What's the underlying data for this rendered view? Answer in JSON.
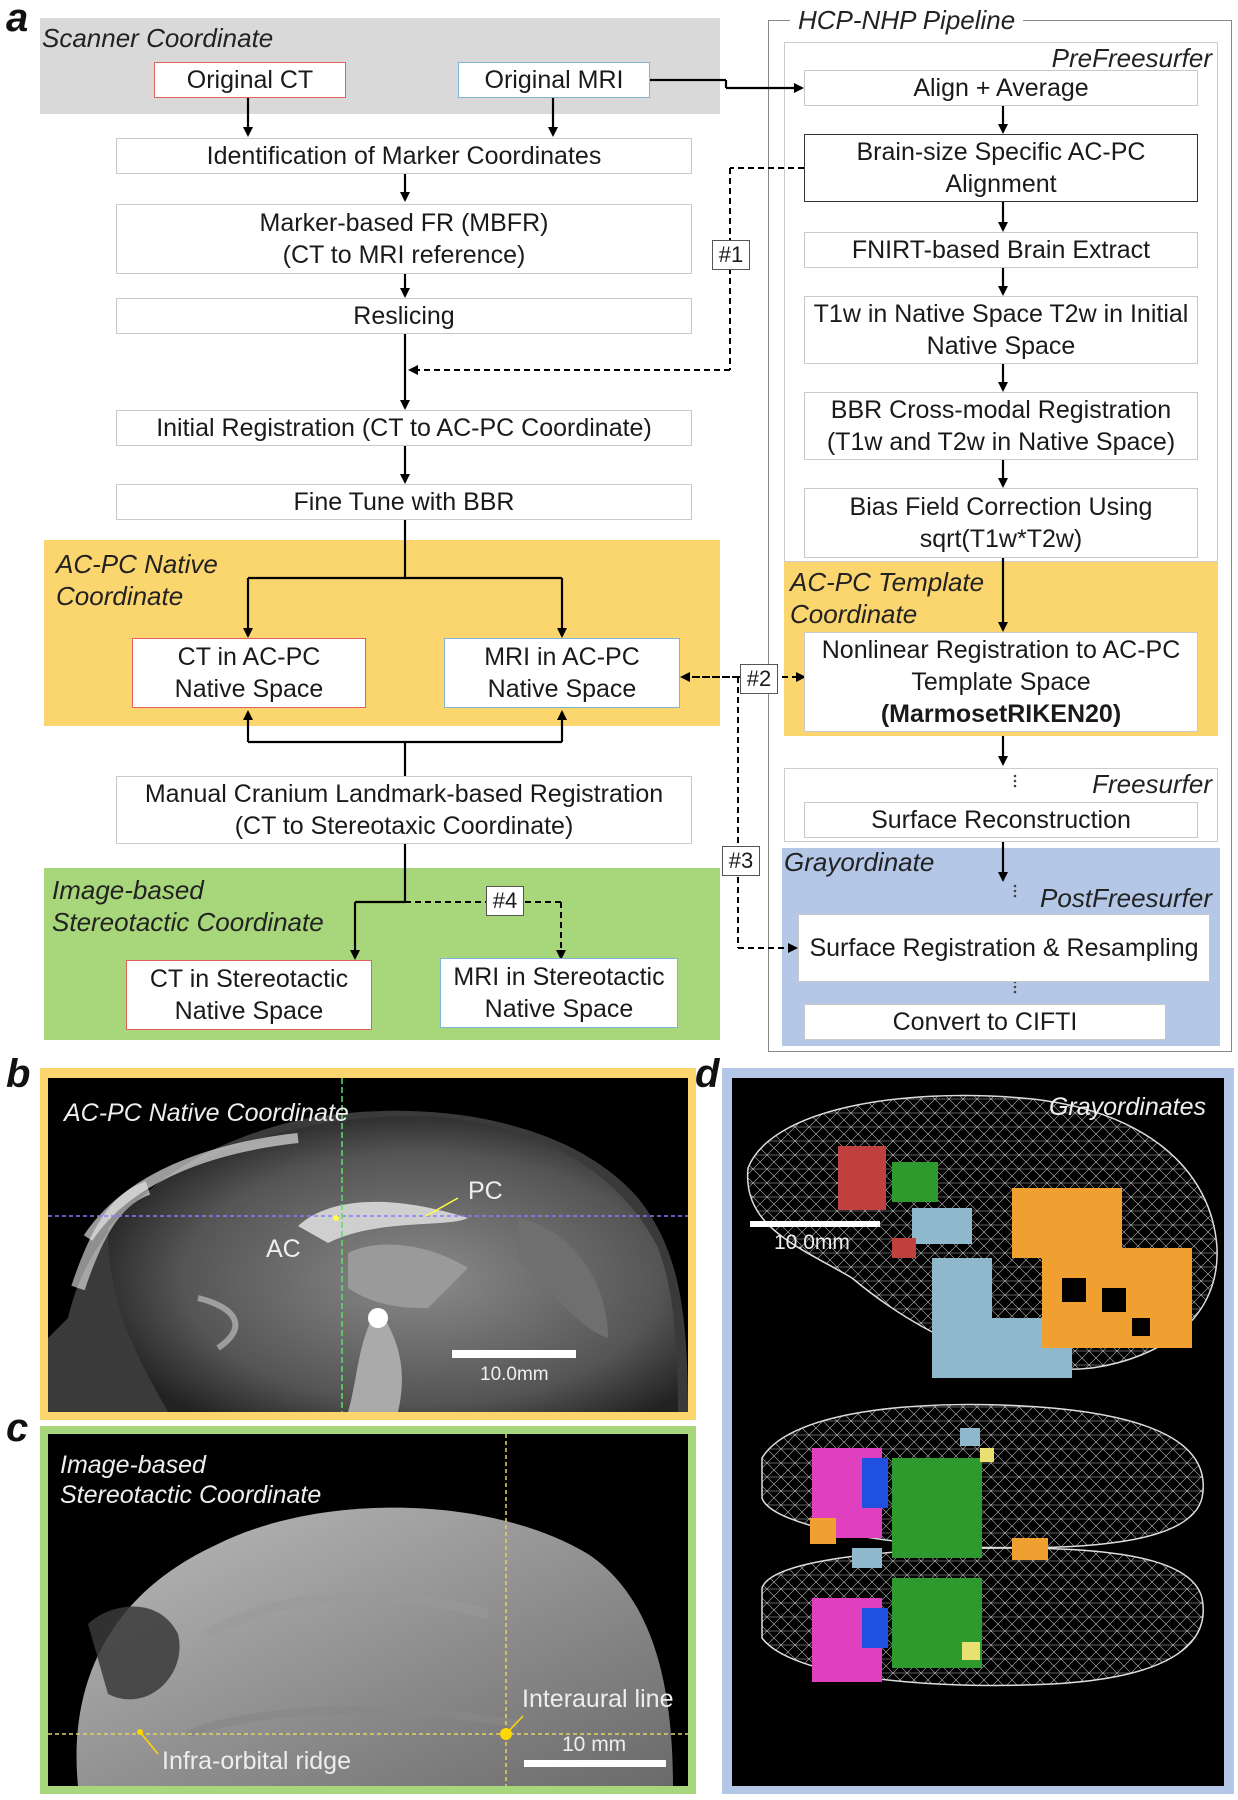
{
  "panels": {
    "a": "a",
    "b": "b",
    "c": "c",
    "d": "d"
  },
  "pipeline": {
    "title": "HCP-NHP Pipeline",
    "prefreesurfer": "PreFreesurfer",
    "freesurfer": "Freesurfer",
    "postfreesurfer": "PostFreesurfer",
    "grayordinate": "Grayordinate",
    "acpc_template": "AC-PC Template\nCoordinate",
    "steps": {
      "align": "Align + Average",
      "acpc_align": "Brain-size Specific AC-PC Alignment",
      "fnirt": "FNIRT-based Brain Extract",
      "t1w": "T1w in Native Space T2w in Initial Native Space",
      "bbr": "BBR Cross-modal Registration (T1w and T2w in Native Space)",
      "bias": "Bias Field Correction Using sqrt(T1w*T2w)",
      "nonlinear": "Nonlinear Registration to AC-PC Template Space",
      "nonlinear_bold": "(MarmosetRIKEN20)",
      "surface_recon": "Surface Reconstruction",
      "surface_reg": "Surface Registration & Resampling",
      "cifti": "Convert to CIFTI"
    }
  },
  "left": {
    "scanner": "Scanner Coordinate",
    "original_ct": "Original CT",
    "original_mri": "Original MRI",
    "marker_id": "Identification of Marker Coordinates",
    "mbfr": "Marker-based FR (MBFR)\n(CT to MRI reference)",
    "reslicing": "Reslicing",
    "initial_reg": "Initial Registration (CT to AC-PC Coordinate)",
    "fine_tune": "Fine Tune with BBR",
    "acpc_native": "AC-PC Native\nCoordinate",
    "ct_acpc": "CT in AC-PC\nNative Space",
    "mri_acpc": "MRI in AC-PC\nNative Space",
    "manual_reg": "Manual Cranium Landmark-based Registration\n(CT to Stereotaxic Coordinate)",
    "image_based": "Image-based\nStereotactic Coordinate",
    "ct_stereo": "CT in Stereotactic\nNative Space",
    "mri_stereo": "MRI in Stereotactic\nNative Space"
  },
  "links": {
    "l1": "#1",
    "l2": "#2",
    "l3": "#3",
    "l4": "#4"
  },
  "panel_b": {
    "title": "AC-PC Native Coordinate",
    "pc": "PC",
    "ac": "AC",
    "scale": "10.0mm"
  },
  "panel_c": {
    "title": "Image-based\nStereotactic Coordinate",
    "interaural": "Interaural line",
    "infraorbital": "Infra-orbital ridge",
    "scale": "10 mm"
  },
  "panel_d": {
    "title": "Grayordinates",
    "scale": "10.0mm"
  },
  "colors": {
    "scanner_bg": "#d9d9d9",
    "acpc_bg": "#fbd56e",
    "green_bg": "#a8d67a",
    "blue_bg": "#b4c7e7",
    "roi_orange": "#f0a030",
    "roi_lightblue": "#8fb8cc",
    "roi_green": "#2e9a2e",
    "roi_red": "#c04040",
    "roi_magenta": "#e040c0",
    "roi_blue": "#2050e0",
    "roi_yellow": "#e8e070"
  }
}
